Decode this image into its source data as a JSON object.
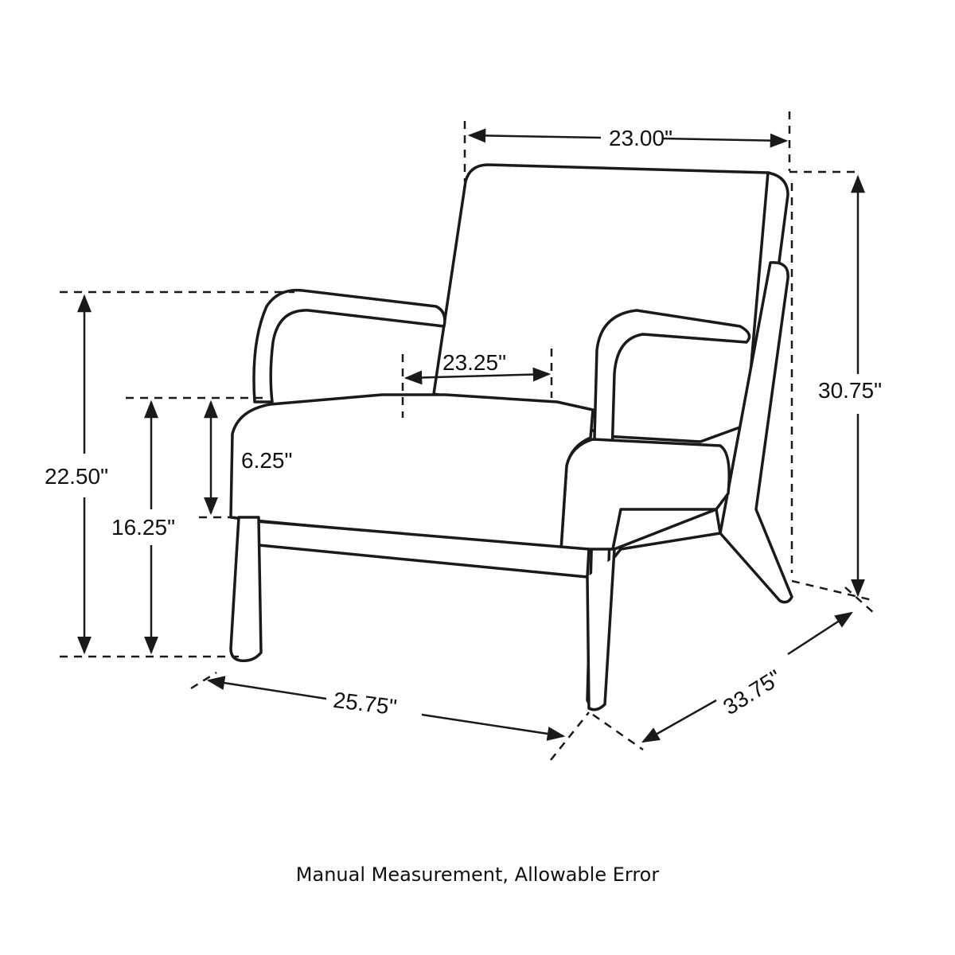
{
  "dimensions": {
    "top_width": "23.00\"",
    "back_height": "30.75\"",
    "arm_height": "22.50\"",
    "seat_height": "16.25\"",
    "cushion_thickness": "6.25\"",
    "seat_width": "23.25\"",
    "front_width": "25.75\"",
    "depth": "33.75\""
  },
  "caption": "Manual Measurement, Allowable Error"
}
